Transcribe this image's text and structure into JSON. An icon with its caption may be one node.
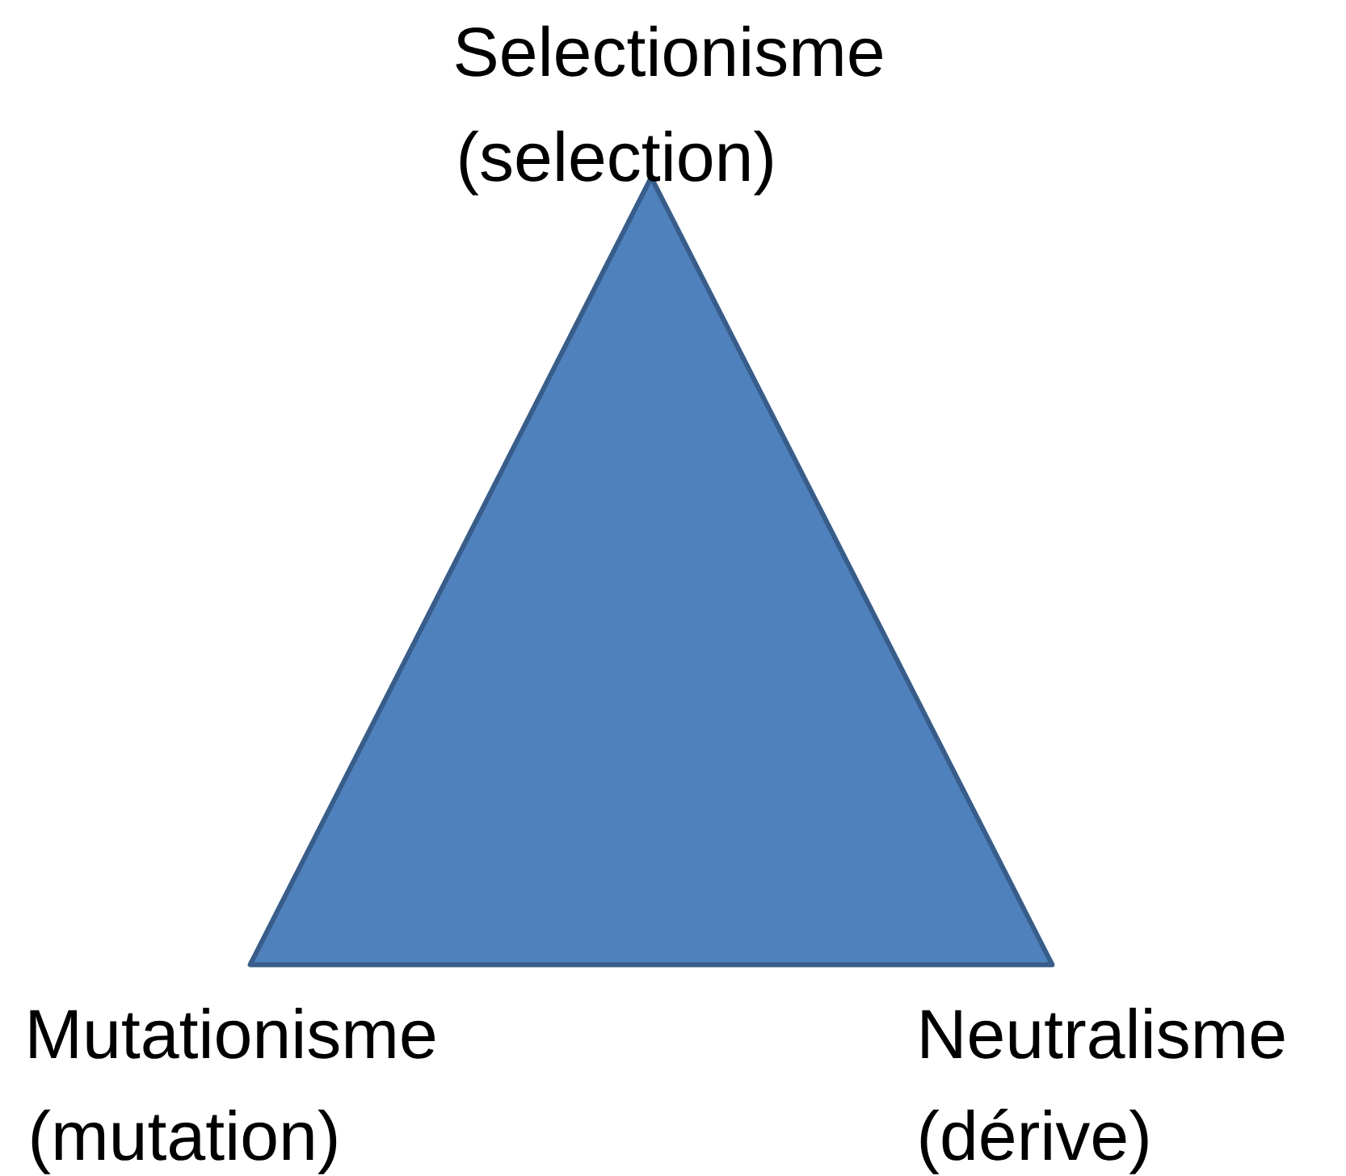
{
  "diagram": {
    "nodes": [
      {
        "text": [],
        "shape": "triangle"
      }
    ],
    "labels": [
      "Selectionisme",
      "(selection)",
      "Mutationisme",
      "(mutation)",
      "Neutralisme",
      "(dérive)"
    ]
  }
}
